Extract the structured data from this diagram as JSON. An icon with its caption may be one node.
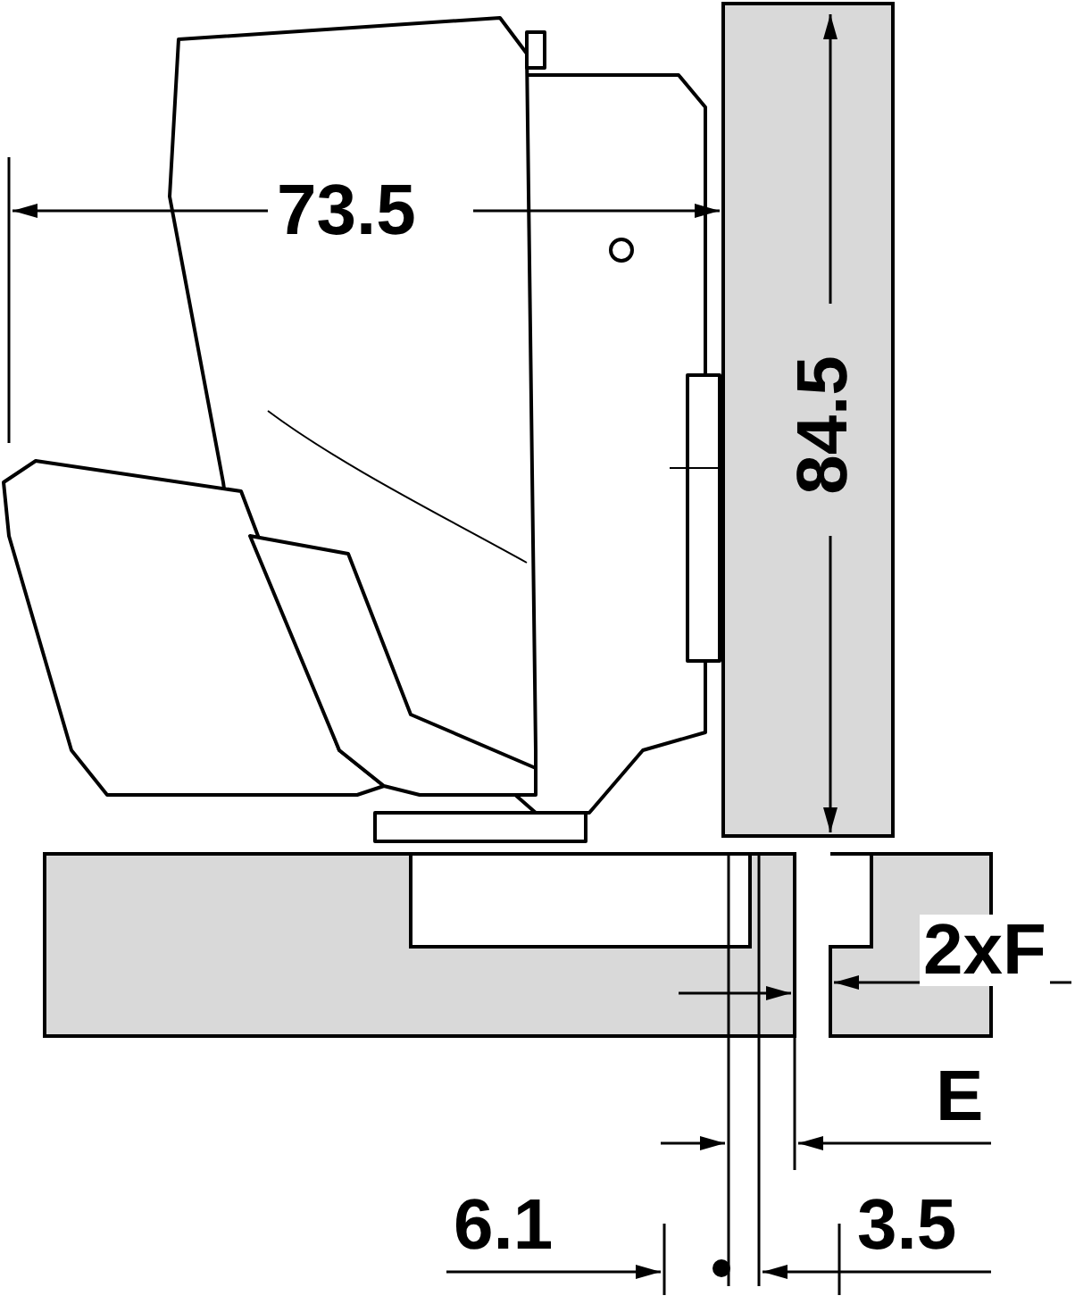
{
  "diagram": {
    "labels": [
      "73.5",
      "84.5",
      "2xF",
      "E",
      "6.1",
      "3.5"
    ]
  }
}
